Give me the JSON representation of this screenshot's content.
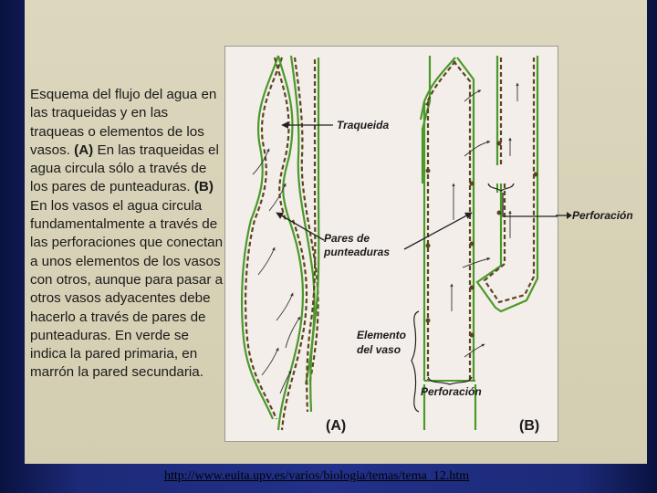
{
  "caption": {
    "part1": "Esquema del flujo del agua en las traqueidas y en las traqueas o elementos de los vasos.",
    "a_label": "(A)",
    "part2": "En las traqueidas el agua circula sólo a través de los pares de punteaduras.",
    "b_label": "(B)",
    "part3": "En los vasos el agua circula fundamentalmente a través de las perforaciones que conectan a unos elementos de los vasos con otros, aunque para pasar a otros vasos adyacentes debe hacerlo  a través de pares de punteaduras. En verde se indica la pared primaria, en marrón la pared secundaria."
  },
  "figure": {
    "labels": {
      "traqueida": "Traqueida",
      "pares_line1": "Pares de",
      "pares_line2": "punteaduras",
      "elemento_line1": "Elemento",
      "elemento_line2": "del vaso",
      "perforacion_bottom": "Perforación",
      "perforacion_right": "Perforación",
      "panel_a": "(A)",
      "panel_b": "(B)"
    },
    "colors": {
      "primary_wall": "#4a9a2a",
      "secondary_wall": "#5a4520",
      "figure_bg": "#f4eeea",
      "card_bg": "#d7d1b6"
    }
  },
  "footer": {
    "url": "http://www.euita.upv.es/varios/biologia/temas/tema_12.htm"
  }
}
